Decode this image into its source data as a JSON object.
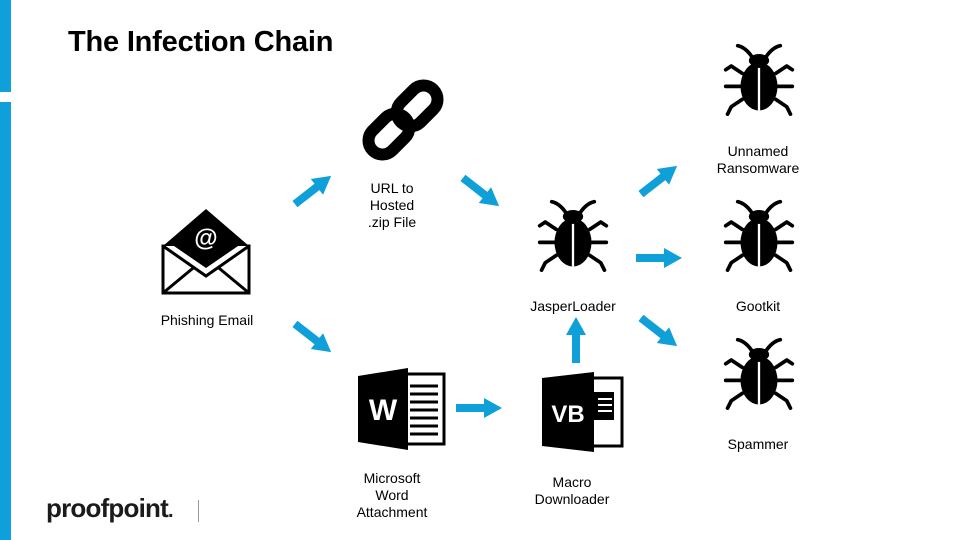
{
  "slide": {
    "title": "The Infection Chain"
  },
  "nodes": {
    "phishing_email": {
      "label": "Phishing Email",
      "icon": "email-icon"
    },
    "url_zip": {
      "label": "URL to\nHosted\n.zip File",
      "icon": "link-icon"
    },
    "word_attachment": {
      "label": "Microsoft\nWord\nAttachment",
      "icon": "word-document-icon"
    },
    "macro_downloader": {
      "label": "Macro\nDownloader",
      "icon": "vb-macro-icon"
    },
    "jasperloader": {
      "label": "JasperLoader",
      "icon": "bug-icon"
    },
    "ransomware": {
      "label": "Unnamed\nRansomware",
      "icon": "bug-icon"
    },
    "gootkit": {
      "label": "Gootkit",
      "icon": "bug-icon"
    },
    "spammer": {
      "label": "Spammer",
      "icon": "bug-icon"
    }
  },
  "footer": {
    "brand": "proofpoint",
    "brand_suffix": "."
  },
  "colors": {
    "accent": "#0fa0da",
    "arrow": "#0fa0da",
    "icon": "#000000"
  }
}
